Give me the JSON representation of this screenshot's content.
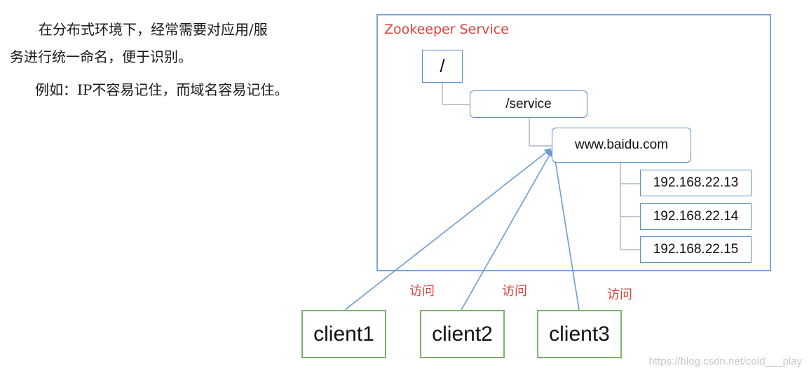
{
  "text": {
    "line1": "在分布式环境下，经常需要对应用/服",
    "line2": "务进行统一命名，便于识别。",
    "line3": "例如：IP不容易记住，而域名容易记住。"
  },
  "service": {
    "label": "Zookeeper Service"
  },
  "nodes": {
    "root": "/",
    "service": "/service",
    "domain": "www.baidu.com",
    "ips": [
      "192.168.22.13",
      "192.168.22.14",
      "192.168.22.15"
    ]
  },
  "clients": [
    "client1",
    "client2",
    "client3"
  ],
  "access_label": "访问",
  "watermark": "https://blog.csdn.net/cold___play",
  "colors": {
    "box_border": "#7aa6d6",
    "node_border": "#5b8fcc",
    "client_border": "#7bb369",
    "accent_red": "#d9443a",
    "arrow": "#6c9bd2"
  }
}
